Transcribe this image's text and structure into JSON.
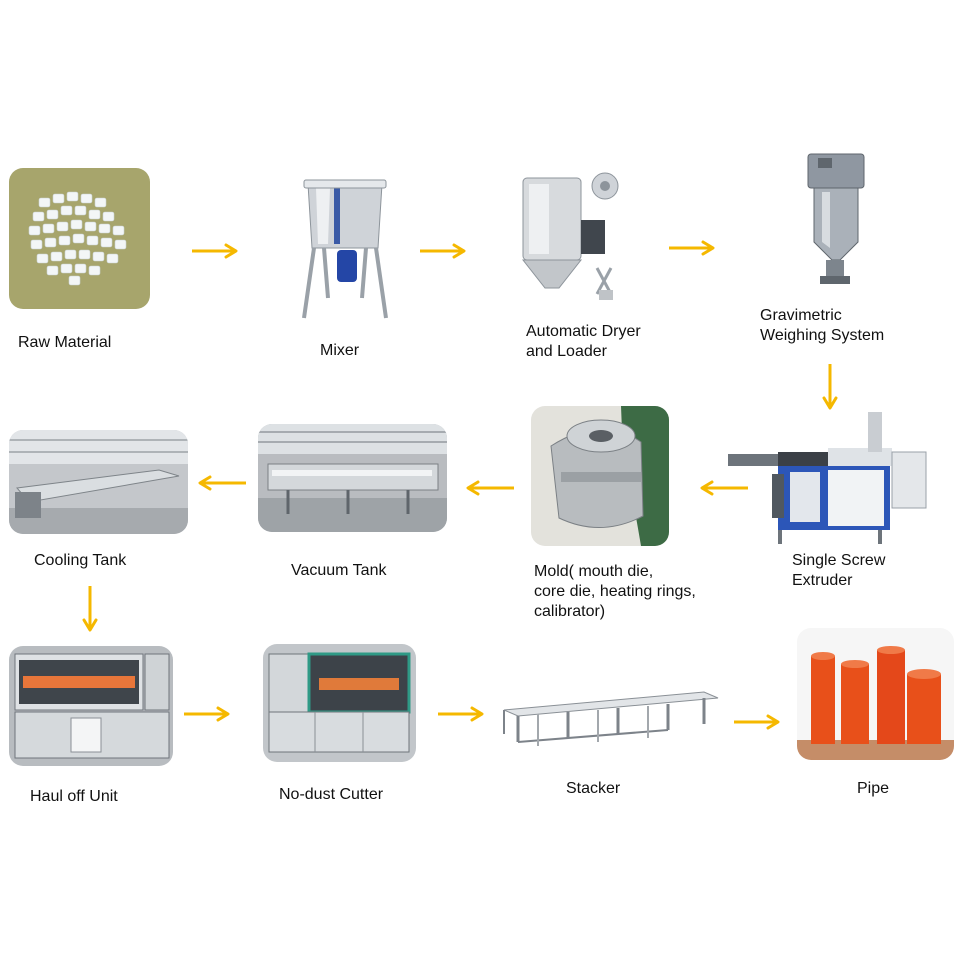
{
  "steps": [
    {
      "id": "raw",
      "lines": [
        "Raw  Material"
      ]
    },
    {
      "id": "mixer",
      "lines": [
        "Mixer"
      ]
    },
    {
      "id": "dryer",
      "lines": [
        "Automatic Dryer",
        "and Loader"
      ]
    },
    {
      "id": "weigh",
      "lines": [
        "Gravimetric",
        "Weighing System"
      ]
    },
    {
      "id": "extruder",
      "lines": [
        "Single Screw",
        "Extruder"
      ]
    },
    {
      "id": "mold",
      "lines": [
        "Mold( mouth die,",
        "core die, heating rings,",
        "calibrator)"
      ]
    },
    {
      "id": "vacuum",
      "lines": [
        "Vacuum Tank"
      ]
    },
    {
      "id": "cooling",
      "lines": [
        "Cooling Tank"
      ]
    },
    {
      "id": "haul",
      "lines": [
        "Haul off Unit"
      ]
    },
    {
      "id": "cutter",
      "lines": [
        "No-dust Cutter"
      ]
    },
    {
      "id": "stacker",
      "lines": [
        "Stacker"
      ]
    },
    {
      "id": "pipe",
      "lines": [
        "Pipe"
      ]
    }
  ],
  "colors": {
    "arrow": "#F5B800",
    "pipe": "#E8501A",
    "granules": "#A4A36A",
    "machine": "#C9CDD2"
  },
  "icons": [
    "right-arrow",
    "down-arrow",
    "left-arrow"
  ]
}
